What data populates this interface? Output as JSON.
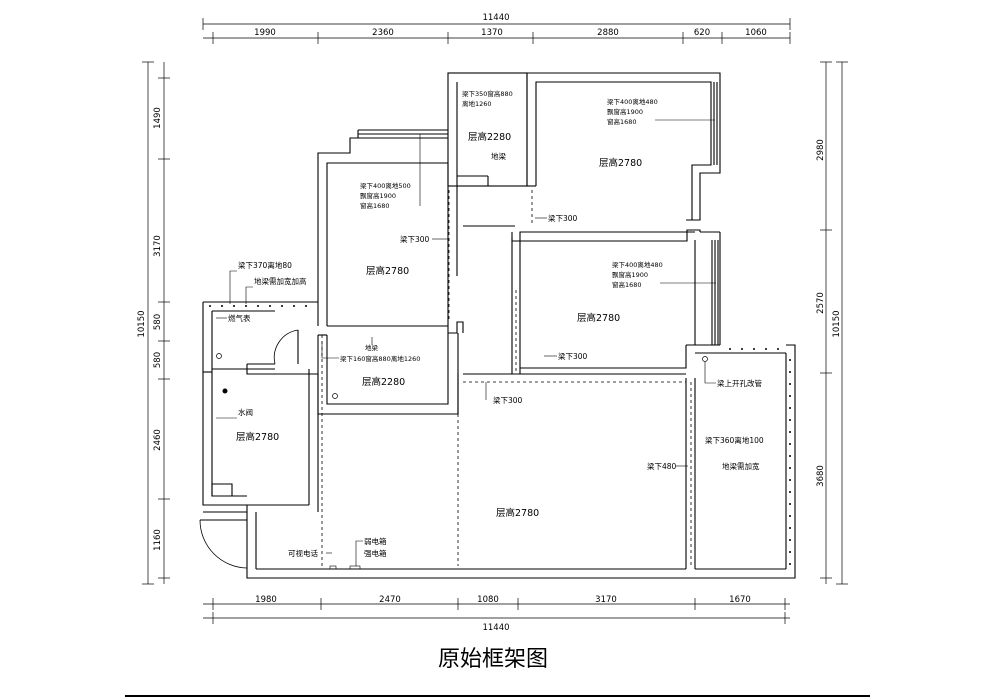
{
  "title": "原始框架图",
  "dimensions": {
    "top_total": "11440",
    "top": [
      "1990",
      "2360",
      "1370",
      "2880",
      "620",
      "1060"
    ],
    "bottom_total": "11440",
    "bottom": [
      "1980",
      "2470",
      "1080",
      "3170",
      "1670"
    ],
    "left_total": "10150",
    "left": [
      "1490",
      "3170",
      "580",
      "580",
      "2460",
      "1160"
    ],
    "right_total": "10150",
    "right": [
      "2980",
      "2570",
      "3680"
    ]
  },
  "rooms": {
    "bath_top_height": "层高2280",
    "bath_top_note": [
      "梁下350窗高880",
      "离地1260"
    ],
    "bedroom_ne_height": "层高2780",
    "bedroom_ne_note": [
      "梁下400离地480",
      "飘窗高1900",
      "窗高1680"
    ],
    "bedroom_w_height": "层高2780",
    "bedroom_w_note": [
      "梁下400离地500",
      "飘窗高1900",
      "窗高1680"
    ],
    "bedroom_e_height": "层高2780",
    "bedroom_e_note": [
      "梁下400离地480",
      "飘窗高1900",
      "窗高1680"
    ],
    "bath_mid_height": "层高2280",
    "kitchen_height": "层高2780",
    "living_height": "层高2780"
  },
  "annotations": {
    "floor_beam": "地梁",
    "beam_300_a": "梁下300",
    "beam_300_b": "梁下300",
    "beam_300_c": "梁下300",
    "beam_300_d": "梁下300",
    "kitchen_beam": "梁下370离地80",
    "kitchen_floor_beam": "地梁需加宽加高",
    "gas_meter": "燃气表",
    "floor_beam_2": "地梁",
    "beam_160": "梁下160窗高880离地1260",
    "water_valve": "水阀",
    "beam_480": "梁下480",
    "beam_hole": "梁上开孔改管",
    "beam_360": "梁下360离地100",
    "floor_beam_widen": "地梁需加宽",
    "video_phone": "可视电话",
    "weak_box": "弱电箱",
    "strong_box": "强电箱"
  }
}
